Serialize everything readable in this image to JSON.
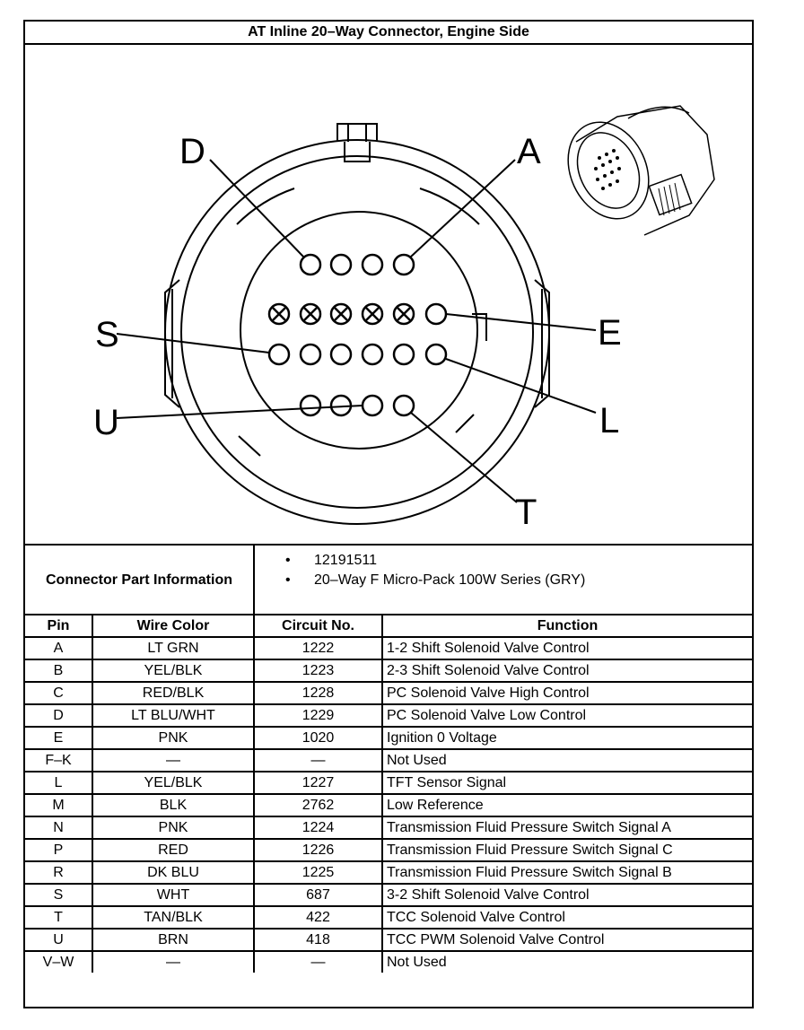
{
  "title": "AT Inline 20–Way Connector, Engine Side",
  "callouts": {
    "D": "D",
    "A": "A",
    "S": "S",
    "E": "E",
    "U": "U",
    "L": "L",
    "T": "T"
  },
  "connector_info": {
    "label": "Connector Part Information",
    "items": [
      "12191511",
      "20–Way F Micro-Pack 100W Series (GRY)"
    ]
  },
  "table": {
    "headers": [
      "Pin",
      "Wire Color",
      "Circuit No.",
      "Function"
    ],
    "rows": [
      [
        "A",
        "LT GRN",
        "1222",
        "1-2 Shift Solenoid Valve Control"
      ],
      [
        "B",
        "YEL/BLK",
        "1223",
        "2-3 Shift Solenoid Valve Control"
      ],
      [
        "C",
        "RED/BLK",
        "1228",
        "PC Solenoid Valve High Control"
      ],
      [
        "D",
        "LT BLU/WHT",
        "1229",
        "PC Solenoid Valve Low Control"
      ],
      [
        "E",
        "PNK",
        "1020",
        "Ignition 0 Voltage"
      ],
      [
        "F–K",
        "—",
        "—",
        "Not Used"
      ],
      [
        "L",
        "YEL/BLK",
        "1227",
        "TFT Sensor Signal"
      ],
      [
        "M",
        "BLK",
        "2762",
        "Low Reference"
      ],
      [
        "N",
        "PNK",
        "1224",
        "Transmission Fluid Pressure Switch Signal A"
      ],
      [
        "P",
        "RED",
        "1226",
        "Transmission Fluid Pressure Switch Signal C"
      ],
      [
        "R",
        "DK BLU",
        "1225",
        "Transmission Fluid Pressure Switch Signal B"
      ],
      [
        "S",
        "WHT",
        "687",
        "3-2 Shift Solenoid Valve Control"
      ],
      [
        "T",
        "TAN/BLK",
        "422",
        "TCC Solenoid Valve Control"
      ],
      [
        "U",
        "BRN",
        "418",
        "TCC PWM Solenoid Valve Control"
      ],
      [
        "V–W",
        "—",
        "—",
        "Not Used"
      ]
    ]
  }
}
